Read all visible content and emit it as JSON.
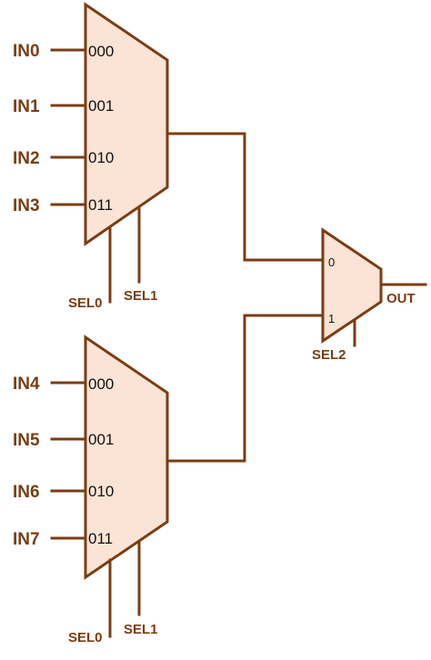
{
  "colors": {
    "wire": "#7a3d15",
    "fill": "#fbe4d5",
    "label": "#7a3d15"
  },
  "mux_top": {
    "inputs": [
      "IN0",
      "IN1",
      "IN2",
      "IN3"
    ],
    "codes": [
      "000",
      "001",
      "010",
      "011"
    ],
    "selects": [
      "SEL0",
      "SEL1"
    ]
  },
  "mux_bottom": {
    "inputs": [
      "IN4",
      "IN5",
      "IN6",
      "IN7"
    ],
    "codes": [
      "000",
      "001",
      "010",
      "011"
    ],
    "selects": [
      "SEL0",
      "SEL1"
    ]
  },
  "mux_final": {
    "input_codes": [
      "0",
      "1"
    ],
    "select": "SEL2",
    "output": "OUT"
  }
}
